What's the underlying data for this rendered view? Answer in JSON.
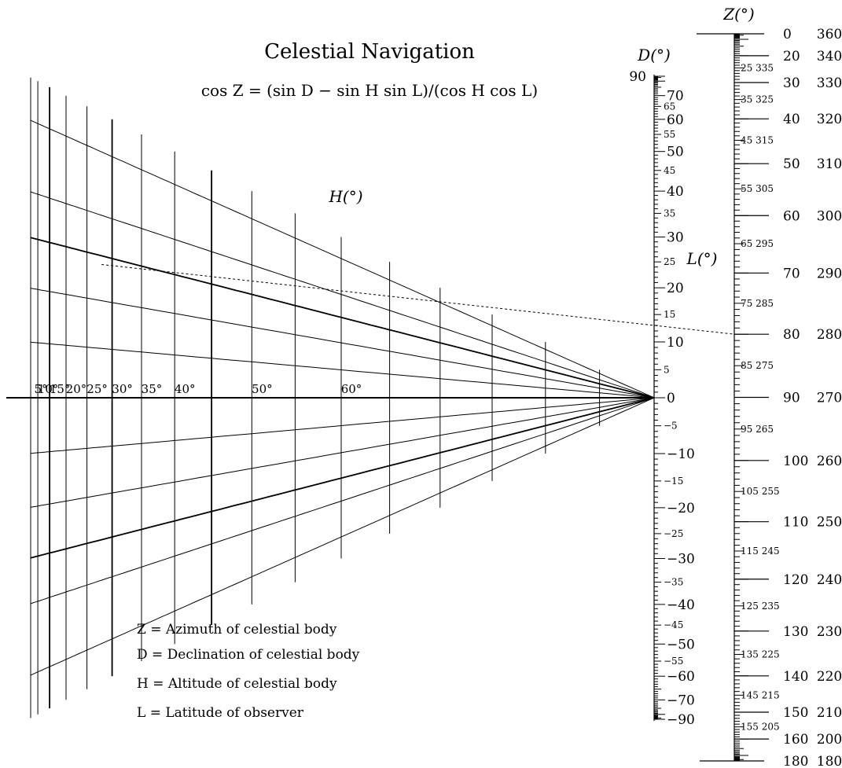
{
  "title": "Celestial Navigation",
  "formula": "cos Z = (sin D − sin H sin L)/(cos H cos L)",
  "legend": [
    "Z = Azimuth of celestial body",
    "D = Declination of celestial body",
    "H = Altitude of celestial body",
    "L = Latitude of observer"
  ],
  "axis_labels": {
    "Z": "Z(°)",
    "D": "D(°)",
    "H": "H(°)",
    "L": "L(°)"
  },
  "scales": {
    "D_major": [
      90,
      70,
      60,
      50,
      40,
      30,
      20,
      10,
      0,
      -10,
      -20,
      -30,
      -40,
      -50,
      -60,
      -70,
      -90
    ],
    "D_major_labels": [
      "90",
      "70",
      "60",
      "50",
      "40",
      "30",
      "20",
      "10",
      "0",
      "−10",
      "−20",
      "−30",
      "−40",
      "−50",
      "−60",
      "−70",
      "−90"
    ],
    "L_labels": [
      65,
      55,
      45,
      35,
      25,
      15,
      5,
      -5,
      -15,
      -25,
      -35,
      -45,
      -55
    ],
    "L_label_text": [
      "65",
      "55",
      "45",
      "35",
      "25",
      "15",
      "5",
      "−5",
      "−15",
      "−25",
      "−35",
      "−45",
      "−55"
    ],
    "Z_major": [
      0,
      20,
      30,
      40,
      50,
      60,
      70,
      80,
      90,
      100,
      110,
      120,
      130,
      140,
      150,
      160,
      180
    ],
    "Z_major_right": [
      360,
      340,
      330,
      320,
      310,
      300,
      290,
      280,
      270,
      260,
      250,
      240,
      230,
      220,
      210,
      200,
      180
    ],
    "Z_minor": [
      25,
      35,
      45,
      55,
      65,
      75,
      85,
      95,
      105,
      115,
      125,
      135,
      145,
      155
    ],
    "Z_minor_right": [
      335,
      325,
      315,
      305,
      295,
      285,
      275,
      265,
      255,
      245,
      235,
      225,
      215,
      205
    ],
    "H_labels": [
      "5°",
      "10°",
      "15°",
      "20°",
      "25°",
      "30°",
      "35°",
      "40°",
      "50°",
      "60°"
    ]
  },
  "curves": {
    "H_values": [
      5,
      10,
      15,
      20,
      25,
      30,
      35,
      40,
      45,
      50,
      55,
      60,
      65,
      70,
      75,
      80,
      85
    ],
    "L_values": [
      -60,
      -40,
      -30,
      -20,
      -10,
      0,
      10,
      20,
      30,
      40,
      60
    ],
    "emphasized_H": [
      15,
      30,
      45
    ],
    "emphasized_L": [
      -30,
      30
    ]
  },
  "example_line": {
    "H": 28,
    "L": 28,
    "Z": 80
  }
}
